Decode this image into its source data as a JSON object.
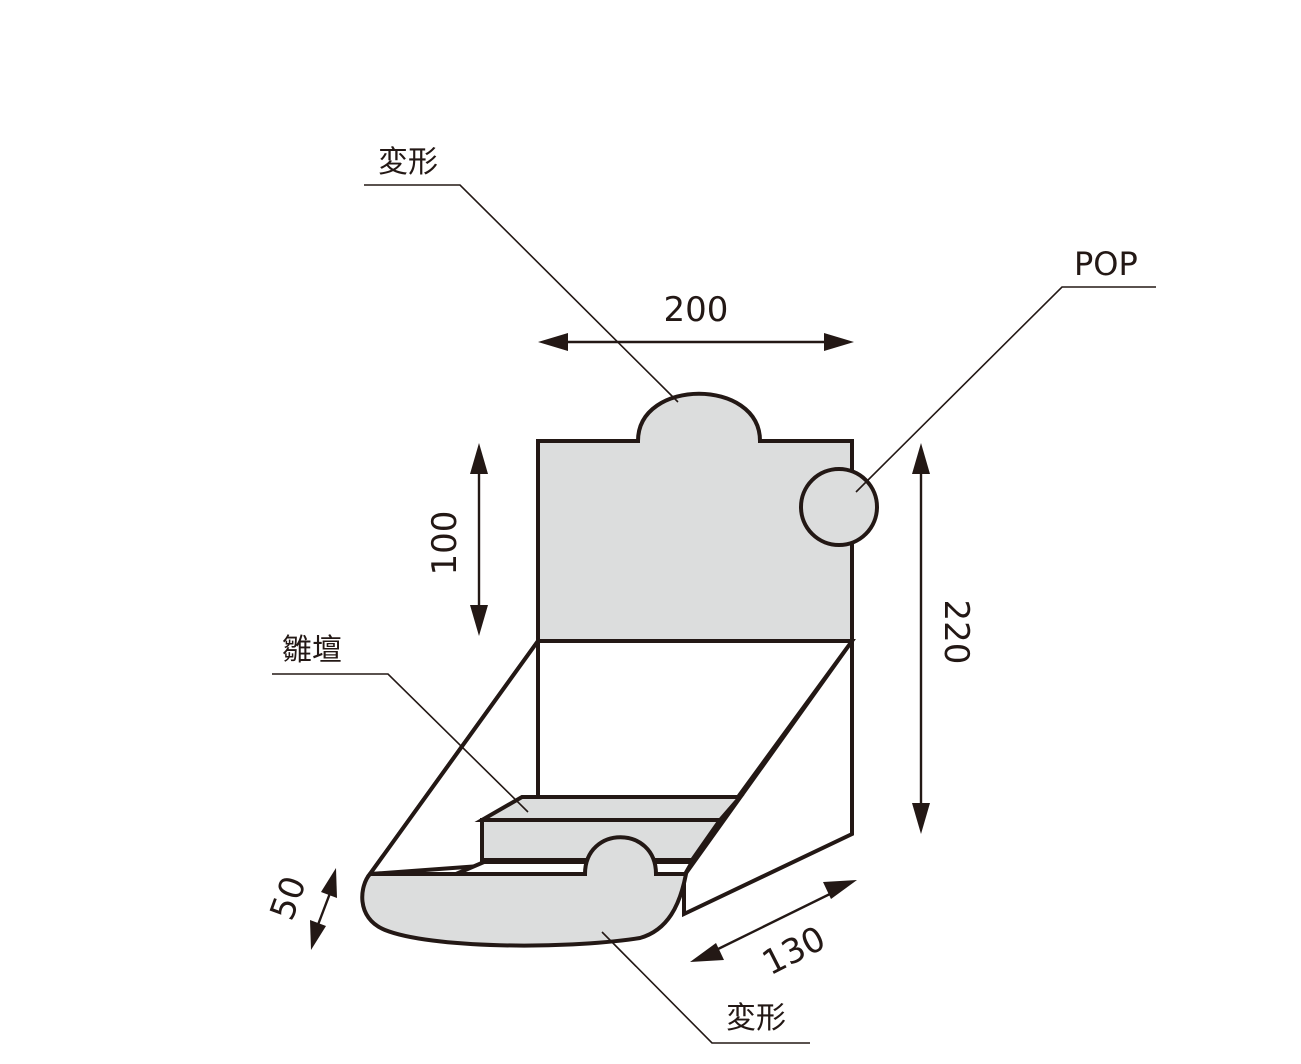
{
  "labels": {
    "top_deform": "変形",
    "pop": "POP",
    "hinadan": "雛壇",
    "bottom_deform": "変形"
  },
  "dimensions": {
    "width": "200",
    "upper_height": "100",
    "total_height": "220",
    "front_height": "50",
    "depth": "130"
  },
  "colors": {
    "ink": "#231815",
    "panel_fill": "#dcdddd",
    "background": "#ffffff"
  }
}
